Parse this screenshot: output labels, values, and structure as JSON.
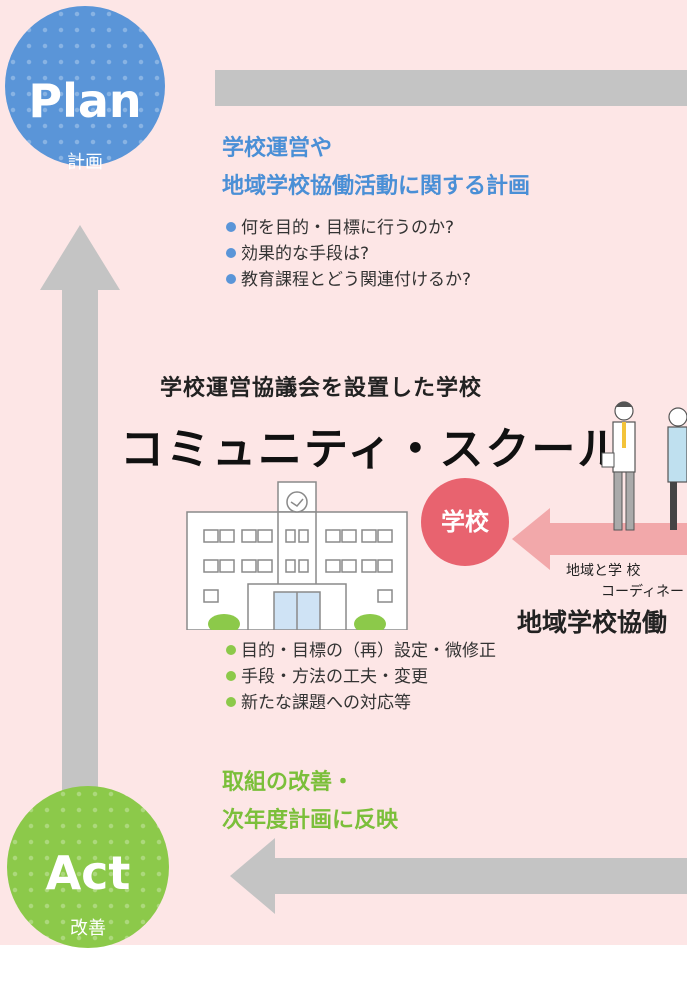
{
  "plan": {
    "title": "Plan",
    "subtitle": "計画"
  },
  "act": {
    "title": "Act",
    "subtitle": "改善"
  },
  "plan_heading": [
    "学校運営や",
    "地域学校協働活動に関する計画"
  ],
  "plan_bullets": [
    "何を目的・目標に行うのか?",
    "効果的な手段は?",
    "教育課程とどう関連付けるか?"
  ],
  "community_school": {
    "subtitle": "学校運営協議会を設置した学校",
    "title": "コミュニティ・スクール",
    "badge": "学校"
  },
  "coordinator": {
    "line1": "地域と学 校",
    "line2": "コーディネー",
    "line3": "地域学校協働"
  },
  "act_bullets": [
    "目的・目標の（再）設定・微修正",
    "手段・方法の工夫・変更",
    "新たな課題への対応等"
  ],
  "act_heading": [
    "取組の改善・",
    "次年度計画に反映"
  ],
  "colors": {
    "plan_blue": "#5a95d8",
    "act_green": "#8cc94a",
    "school_red": "#e8636f",
    "background_pink": "#fde6e6",
    "arrow_gray": "#c4c4c4"
  }
}
